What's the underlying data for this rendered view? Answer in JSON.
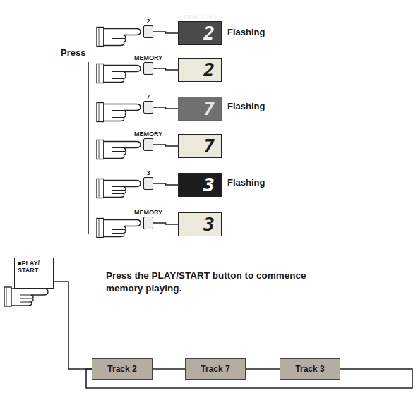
{
  "diagram": {
    "nodes": [
      {
        "text": [
          "2"
        ]
      },
      {
        "text": [
          "TRACK NO",
          "2"
        ]
      },
      {
        "text": [
          "MEMORY"
        ]
      },
      {
        "text": [
          "2"
        ]
      },
      {
        "text": [
          "7"
        ]
      },
      {
        "text": [
          "7"
        ]
      },
      {
        "text": [
          "MEMORY"
        ]
      },
      {
        "text": [
          "7"
        ]
      },
      {
        "text": [
          "3"
        ]
      },
      {
        "text": [
          "3"
        ]
      },
      {
        "text": [
          "MEMORY"
        ]
      },
      {
        "text": [
          "3"
        ]
      },
      {
        "text": [
          "■PLAY/ START"
        ]
      },
      {
        "text": [
          "Track 2"
        ]
      },
      {
        "text": [
          "Track 7"
        ]
      },
      {
        "text": [
          "Track 3"
        ]
      }
    ],
    "edges": [
      {
        "from": 0,
        "to": 1,
        "arrow": "none"
      },
      {
        "from": 2,
        "to": 3,
        "arrow": "none"
      },
      {
        "from": 4,
        "to": 5,
        "arrow": "none"
      },
      {
        "from": 6,
        "to": 7,
        "arrow": "none"
      },
      {
        "from": 8,
        "to": 9,
        "arrow": "none"
      },
      {
        "from": 10,
        "to": 11,
        "arrow": "none"
      },
      {
        "from": 12,
        "to": 13,
        "arrow": "none"
      },
      {
        "from": 13,
        "to": 14,
        "arrow": "none"
      },
      {
        "from": 14,
        "to": 15,
        "arrow": "none"
      },
      {
        "from": 15,
        "to": 13,
        "arrow": "none"
      }
    ],
    "labels": [
      "Press",
      "Flashing",
      "Flashing",
      "Flashing",
      "Press the PLAY/START button to commence memory playing."
    ]
  }
}
